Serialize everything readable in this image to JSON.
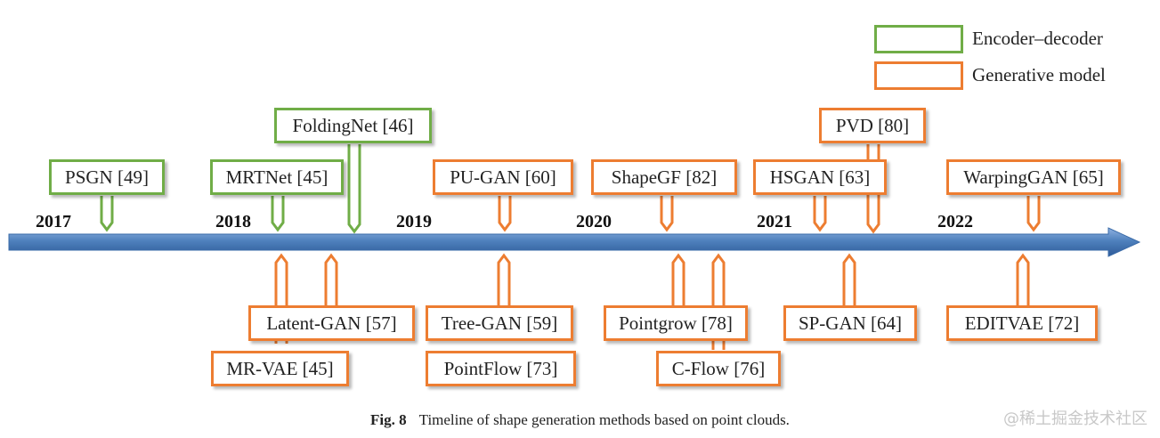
{
  "legend": [
    {
      "label": "Encoder–decoder",
      "color": "#70AD47"
    },
    {
      "label": "Generative model",
      "color": "#ED7D31"
    }
  ],
  "years": [
    "2017",
    "2018",
    "2019",
    "2020",
    "2021",
    "2022"
  ],
  "methods_above": [
    {
      "label": "PSGN [49]",
      "category": "encoder-decoder"
    },
    {
      "label": "MRTNet [45]",
      "category": "encoder-decoder"
    },
    {
      "label": "FoldingNet [46]",
      "category": "encoder-decoder"
    },
    {
      "label": "PU-GAN [60]",
      "category": "generative"
    },
    {
      "label": "ShapeGF [82]",
      "category": "generative"
    },
    {
      "label": "HSGAN [63]",
      "category": "generative"
    },
    {
      "label": "PVD [80]",
      "category": "generative"
    },
    {
      "label": "WarpingGAN [65]",
      "category": "generative"
    }
  ],
  "methods_below": [
    {
      "label": "Latent-GAN [57]",
      "category": "generative"
    },
    {
      "label": "MR-VAE [45]",
      "category": "generative"
    },
    {
      "label": "Tree-GAN [59]",
      "category": "generative"
    },
    {
      "label": "PointFlow [73]",
      "category": "generative"
    },
    {
      "label": "Pointgrow [78]",
      "category": "generative"
    },
    {
      "label": "C-Flow [76]",
      "category": "generative"
    },
    {
      "label": "SP-GAN [64]",
      "category": "generative"
    },
    {
      "label": "EDITVAE [72]",
      "category": "generative"
    }
  ],
  "caption": {
    "fig": "Fig. 8",
    "text": "Timeline of shape generation methods based on point clouds."
  },
  "watermark": "@稀土掘金技术社区",
  "colors": {
    "encoder_decoder": "#70AD47",
    "generative": "#ED7D31",
    "axis": "#4F81BD"
  }
}
